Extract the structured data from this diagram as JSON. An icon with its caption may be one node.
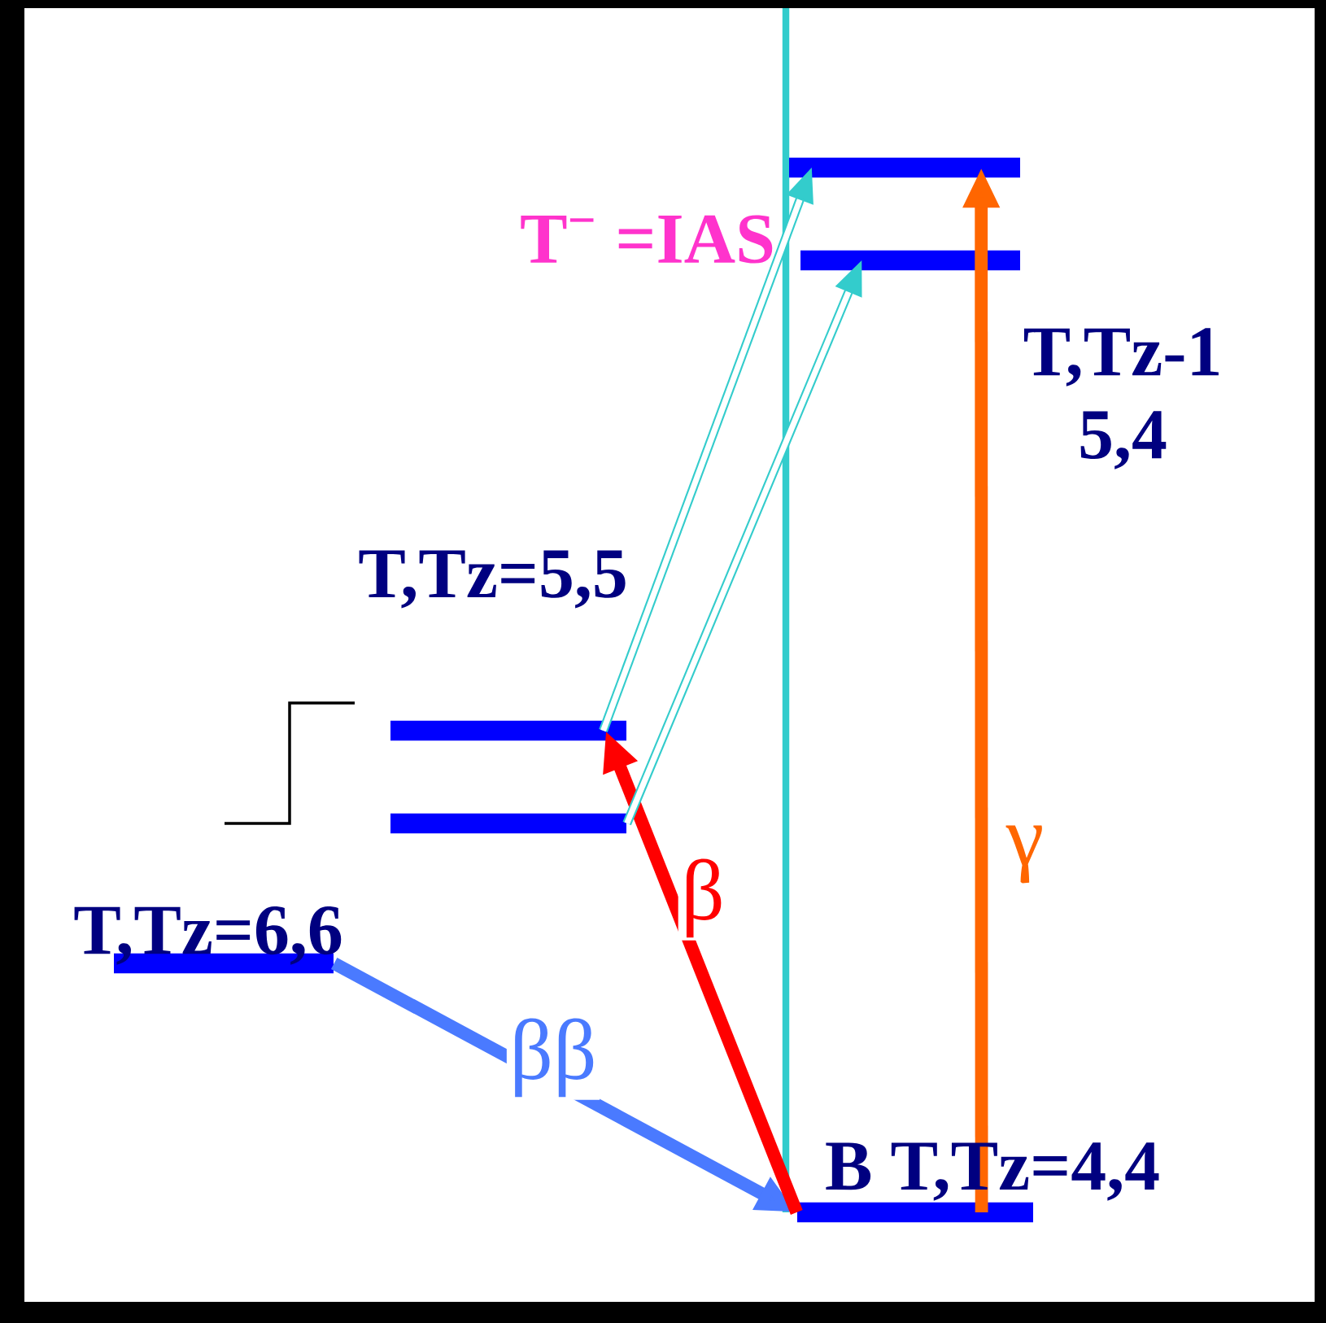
{
  "diagram": {
    "nodes": [
      {
        "text": [],
        "shape": "bar",
        "beside": [
          "T$^{−}$ =IAS"
        ]
      },
      {
        "text": [],
        "shape": "bar",
        "beside": [
          "T,Tz-1 5,4"
        ]
      },
      {
        "text": [],
        "shape": "bar",
        "beside": [
          "T,Tz=5,5"
        ]
      },
      {
        "text": [],
        "shape": "bar"
      },
      {
        "text": [],
        "shape": "bar",
        "beside": [
          "T,Tz=6,6"
        ]
      },
      {
        "text": [],
        "shape": "bar",
        "beside": [
          "B T,Tz=4,4"
        ]
      }
    ],
    "edges": [
      {
        "from": 4,
        "to": 5,
        "arrow": "to",
        "label": "ββ",
        "color": "#4a7aff"
      },
      {
        "from": 5,
        "to": 2,
        "arrow": "to",
        "label": "β",
        "color": "#ff0000"
      },
      {
        "from": 5,
        "to": 0,
        "arrow": "to",
        "label": "γ",
        "color": "#ff6600"
      },
      {
        "from": 2,
        "to": 0,
        "arrow": "to"
      },
      {
        "from": 3,
        "to": 1,
        "arrow": "to"
      }
    ]
  }
}
